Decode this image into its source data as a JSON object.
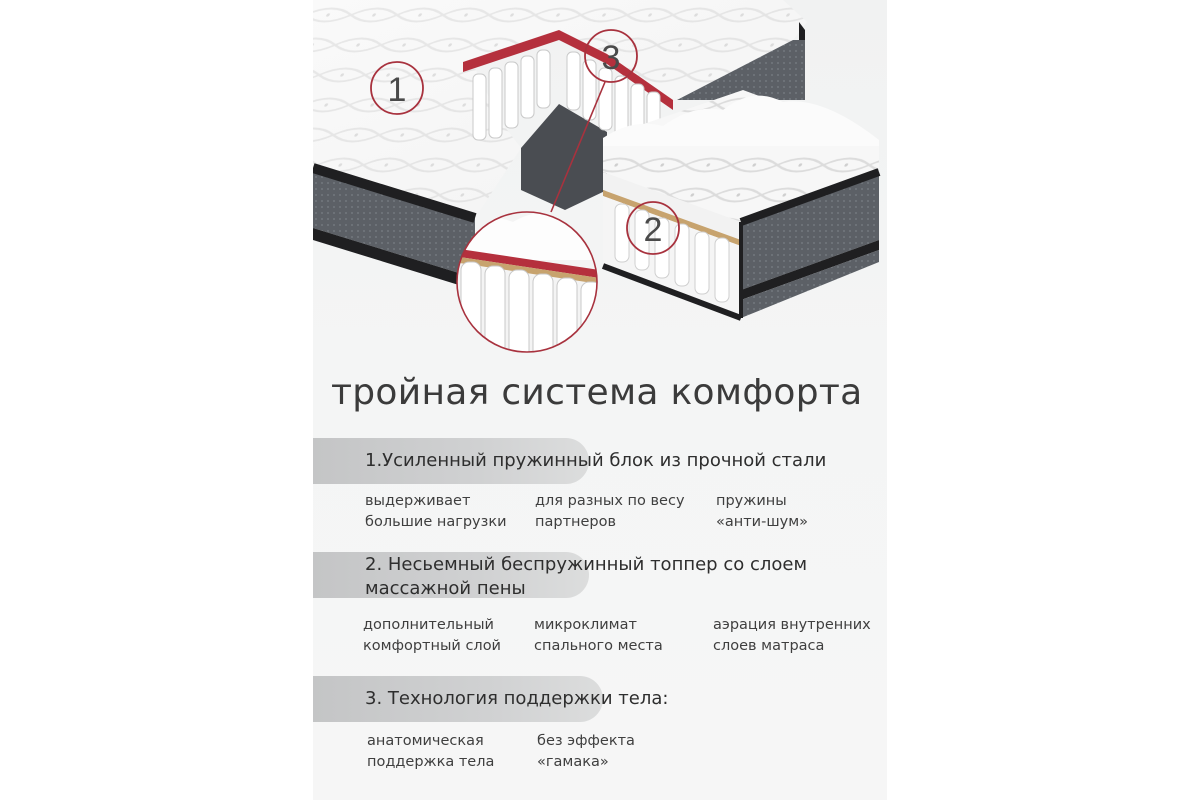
{
  "markers": {
    "m1": "1",
    "m2": "2",
    "m3": "3"
  },
  "headline": "тройная система комфорта",
  "sections": [
    {
      "title_lines": [
        "1.Усиленный пружинный блок из прочной стали"
      ],
      "features": [
        [
          "выдерживает",
          "большие нагрузки"
        ],
        [
          "для разных по весу",
          "партнеров"
        ],
        [
          "пружины",
          "«анти-шум»"
        ]
      ]
    },
    {
      "title_lines": [
        "2. Несьемный беспружинный топпер со слоем",
        "массажной пены"
      ],
      "features": [
        [
          "дополнительный",
          "комфортный слой"
        ],
        [
          "микроклимат",
          "спального места"
        ],
        [
          "аэрация внутренних",
          "слоев матраса"
        ]
      ]
    },
    {
      "title_lines": [
        "3. Технология поддержки тела:"
      ],
      "features": [
        [
          "анатомическая",
          "поддержка тела"
        ],
        [
          "без эффекта",
          "«гамака»"
        ]
      ]
    }
  ],
  "colors": {
    "accent": "#a8323e",
    "text": "#3b3b3b",
    "pill": "#c9cacb",
    "mattress_side": "#565a60",
    "mattress_border": "#1f1f21"
  }
}
